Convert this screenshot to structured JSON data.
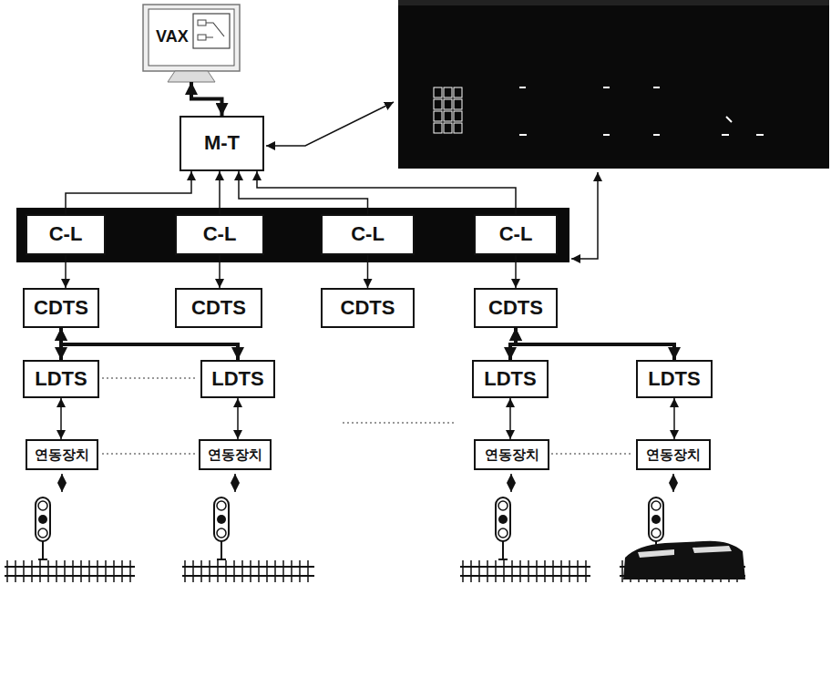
{
  "diagram": {
    "nodes": [
      {
        "text": [
          "VAX"
        ]
      },
      {
        "text": [
          "M-T"
        ]
      },
      {
        "text": [
          "C-L"
        ]
      },
      {
        "text": [
          "C-L"
        ]
      },
      {
        "text": [
          "C-L"
        ]
      },
      {
        "text": [
          "C-L"
        ]
      },
      {
        "text": [
          "CDTS"
        ]
      },
      {
        "text": [
          "CDTS"
        ]
      },
      {
        "text": [
          "CDTS"
        ]
      },
      {
        "text": [
          "CDTS"
        ]
      },
      {
        "text": [
          "LDTS"
        ]
      },
      {
        "text": [
          "LDTS"
        ]
      },
      {
        "text": [
          "LDTS"
        ]
      },
      {
        "text": [
          "LDTS"
        ]
      },
      {
        "text": [
          "연동장치"
        ]
      },
      {
        "text": [
          "연동장치"
        ]
      },
      {
        "text": [
          "연동장치"
        ]
      },
      {
        "text": [
          "연동장치"
        ]
      }
    ],
    "edges": [
      {
        "from": 0,
        "to": 1,
        "arrow": "both"
      },
      {
        "from": 2,
        "to": 1,
        "arrow": "to"
      },
      {
        "from": 3,
        "to": 1,
        "arrow": "to"
      },
      {
        "from": 4,
        "to": 1,
        "arrow": "to"
      },
      {
        "from": 5,
        "to": 1,
        "arrow": "to"
      },
      {
        "from": 2,
        "to": 6,
        "arrow": "to"
      },
      {
        "from": 3,
        "to": 7,
        "arrow": "to"
      },
      {
        "from": 4,
        "to": 8,
        "arrow": "to"
      },
      {
        "from": 5,
        "to": 9,
        "arrow": "to"
      },
      {
        "from": 6,
        "to": 10,
        "arrow": "both"
      },
      {
        "from": 6,
        "to": 11,
        "arrow": "both"
      },
      {
        "from": 9,
        "to": 12,
        "arrow": "both"
      },
      {
        "from": 9,
        "to": 13,
        "arrow": "both"
      },
      {
        "from": 10,
        "to": 14,
        "arrow": "both"
      },
      {
        "from": 11,
        "to": 15,
        "arrow": "both"
      },
      {
        "from": 12,
        "to": 16,
        "arrow": "both"
      },
      {
        "from": 13,
        "to": 17,
        "arrow": "both"
      }
    ]
  }
}
